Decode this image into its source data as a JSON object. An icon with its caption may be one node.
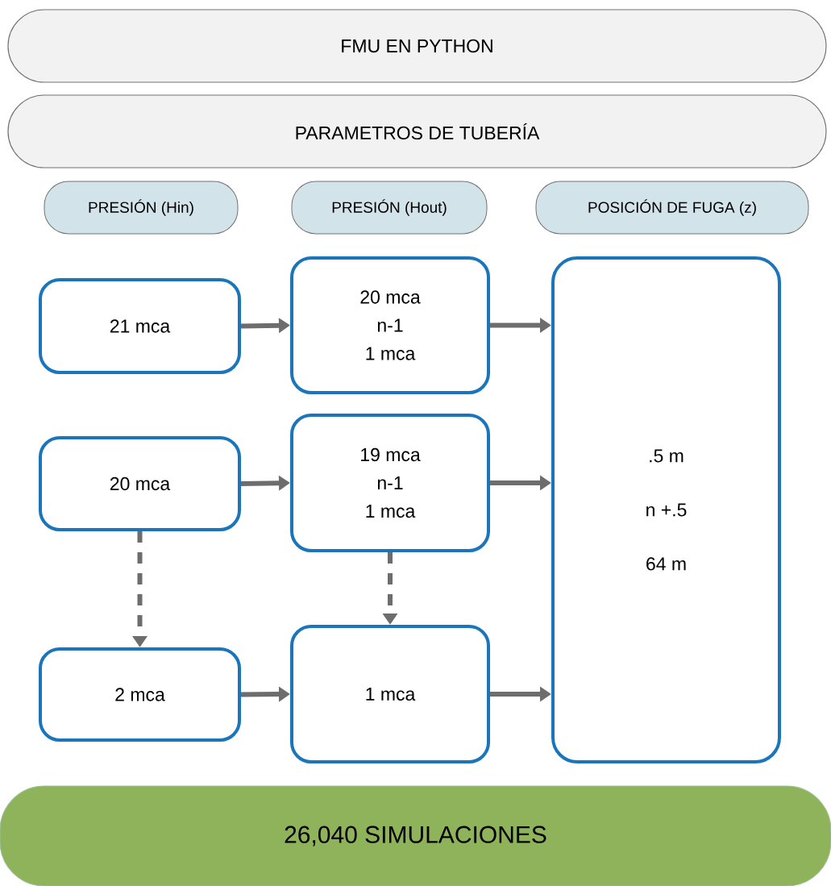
{
  "diagram": {
    "nodes": [
      {
        "text": [
          "FMU EN PYTHON"
        ]
      },
      {
        "text": [
          "PARAMETROS DE TUBERÍA"
        ]
      },
      {
        "text": [
          "PRESIÓN (Hin)"
        ]
      },
      {
        "text": [
          "PRESIÓN (Hout)"
        ]
      },
      {
        "text": [
          "POSICIÓN DE FUGA (z)"
        ]
      },
      {
        "text": [
          "21 mca"
        ]
      },
      {
        "text": [
          "20 mca",
          "n-1",
          "1 mca"
        ]
      },
      {
        "text": [
          ".5 m",
          "n +.5",
          "64 m"
        ]
      },
      {
        "text": [
          "20 mca"
        ]
      },
      {
        "text": [
          "19 mca",
          "n-1",
          "1 mca"
        ]
      },
      {
        "text": [
          "2 mca"
        ]
      },
      {
        "text": [
          "1 mca"
        ]
      },
      {
        "text": [
          "26,040 SIMULACIONES"
        ]
      }
    ],
    "edges": [
      {
        "from": 5,
        "to": 6,
        "arrow": "to"
      },
      {
        "from": 6,
        "to": 7,
        "arrow": "to"
      },
      {
        "from": 8,
        "to": 9,
        "arrow": "to"
      },
      {
        "from": 9,
        "to": 7,
        "arrow": "to"
      },
      {
        "from": 8,
        "to": 10,
        "arrow": "to",
        "style": "dashed"
      },
      {
        "from": 9,
        "to": 11,
        "arrow": "to",
        "style": "dashed"
      },
      {
        "from": 10,
        "to": 11,
        "arrow": "to"
      },
      {
        "from": 11,
        "to": 7,
        "arrow": "to"
      }
    ]
  }
}
